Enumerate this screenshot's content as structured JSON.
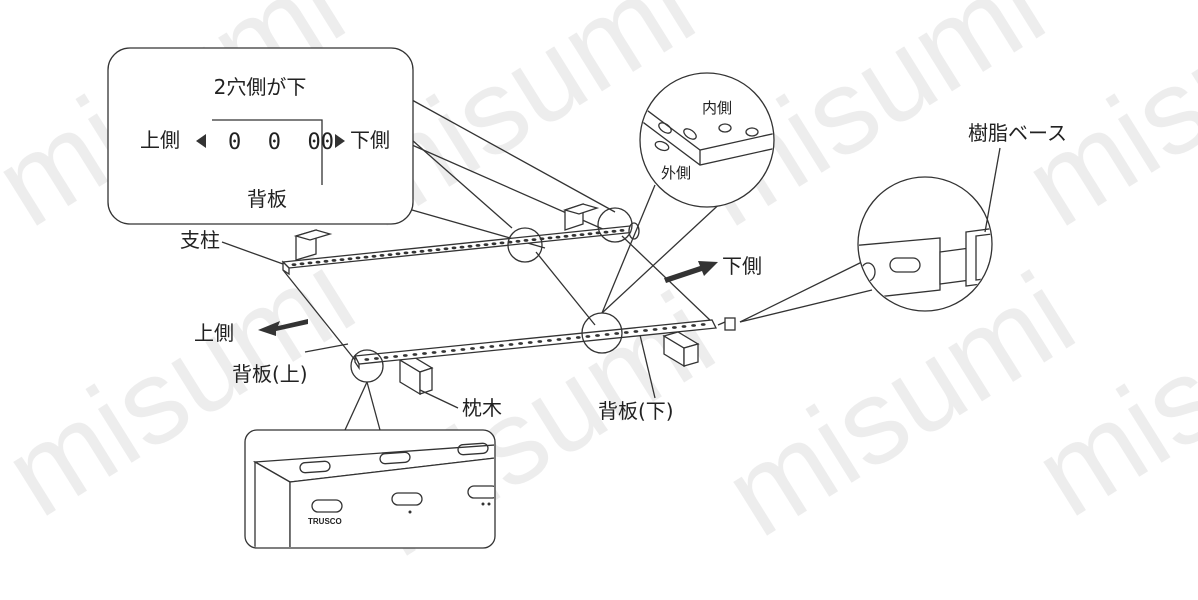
{
  "watermark": "misumi",
  "callout_top": {
    "title": "2穴側が下",
    "left_label": "上側",
    "right_label": "下側",
    "hole_marks": "0  0  00",
    "bottom_label": "背板"
  },
  "callout_circle": {
    "inner_label": "内側",
    "outer_label": "外側"
  },
  "labels": {
    "pillar": "支柱",
    "upper_side": "上側",
    "lower_side": "下側",
    "back_upper": "背板(上)",
    "sleeper": "枕木",
    "back_lower": "背板(下)",
    "resin_base": "樹脂ベース"
  },
  "detail": {
    "brand": "TRUSCO"
  },
  "colors": {
    "line": "#333333",
    "arrow": "#333333",
    "watermark": "#d9d9d9"
  }
}
